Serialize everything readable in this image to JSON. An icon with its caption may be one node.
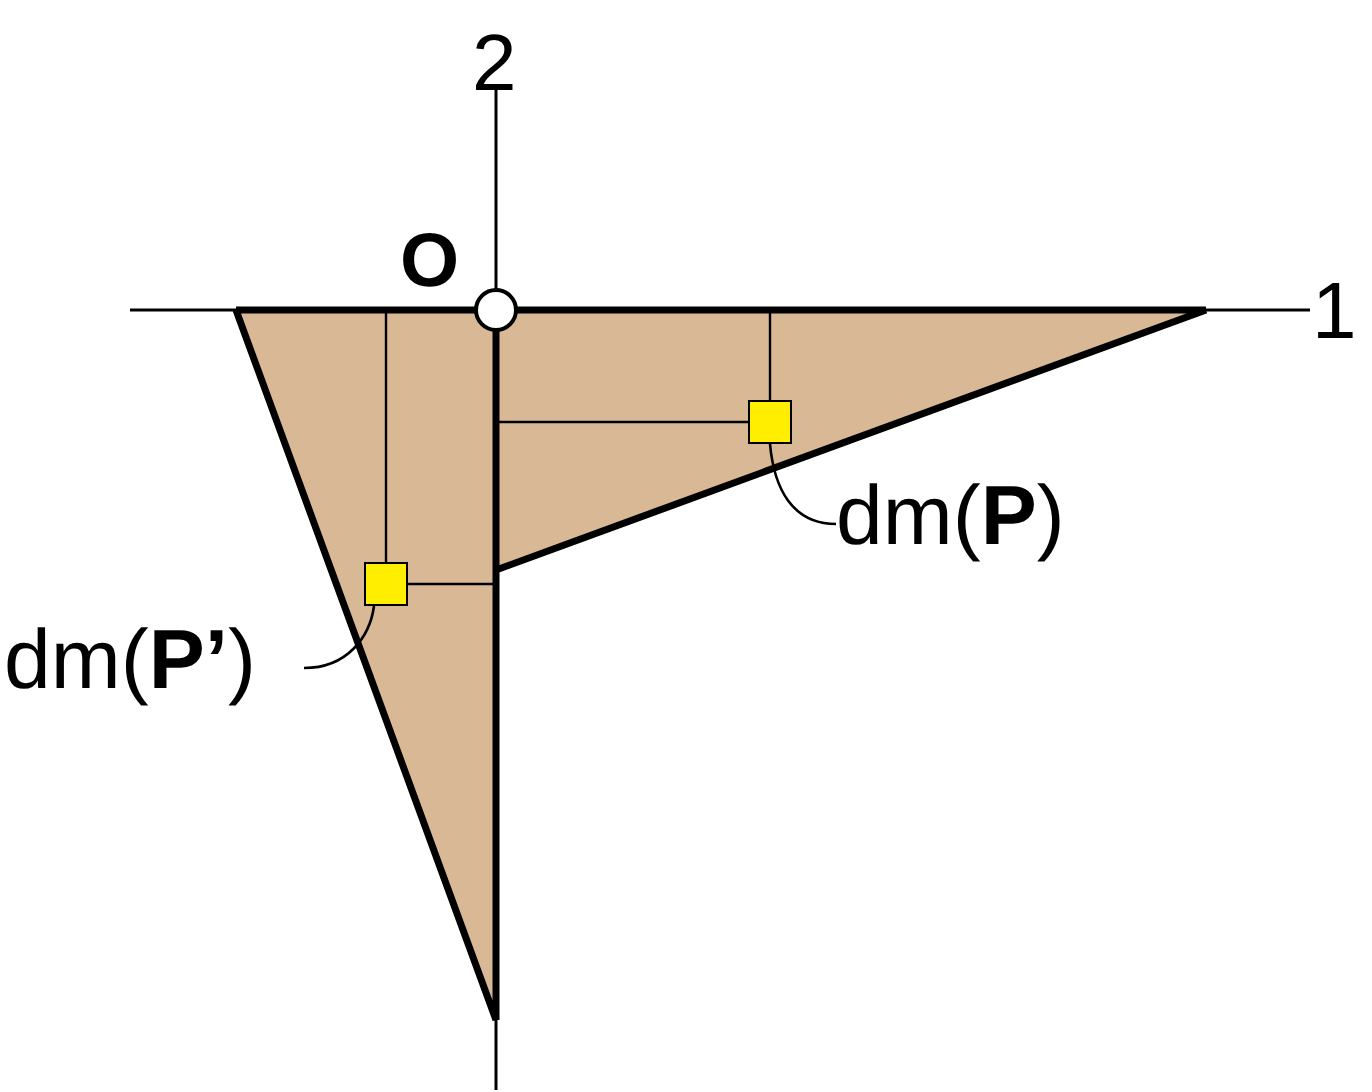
{
  "diagram": {
    "nodes": [
      {
        "text": [],
        "shape": "box"
      },
      {
        "text": [
          "dm(**P**)"
        ]
      },
      {
        "text": [],
        "shape": "box"
      },
      {
        "text": [
          "dm(**P’**)"
        ]
      }
    ],
    "edges": [
      {
        "from": 1,
        "to": 0,
        "arrow": "none"
      },
      {
        "from": 3,
        "to": 2,
        "arrow": "none"
      }
    ],
    "labels": [
      "2",
      "O",
      "1"
    ]
  }
}
